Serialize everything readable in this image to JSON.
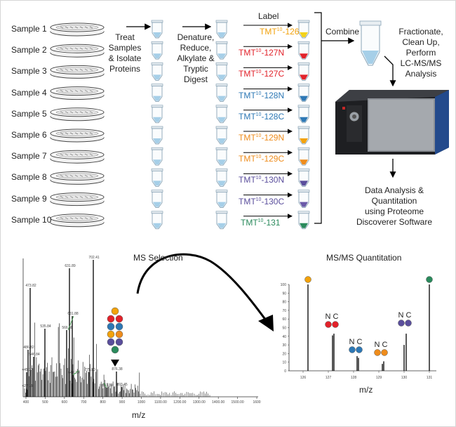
{
  "samples": [
    "Sample 1",
    "Sample 2",
    "Sample 3",
    "Sample 4",
    "Sample 5",
    "Sample 6",
    "Sample 7",
    "Sample 8",
    "Sample 9",
    "Sample 10"
  ],
  "steps": {
    "treat": "Treat Samples & Isolate Proteins",
    "treat_lines": [
      "Treat",
      "Samples",
      "& Isolate",
      "Proteins"
    ],
    "digest_lines": [
      "Denature,",
      "Reduce,",
      "Alkylate &",
      "Tryptic",
      "Digest"
    ],
    "label": "Label",
    "combine": "Combine",
    "fractionate_lines": [
      "Fractionate,",
      "Clean Up,",
      "Perform",
      "LC-MS/MS",
      "Analysis"
    ],
    "analysis_lines": [
      "Data Analysis &",
      "Quantitation",
      "using Proteome",
      "Discoverer Software"
    ]
  },
  "tags": [
    {
      "base": "TMT",
      "sup": "10",
      "suffix": "-126",
      "color": "#f2a20c"
    },
    {
      "base": "TMT",
      "sup": "10",
      "suffix": "-127N",
      "color": "#e2222a"
    },
    {
      "base": "TMT",
      "sup": "10",
      "suffix": "-127C",
      "color": "#e2222a"
    },
    {
      "base": "TMT",
      "sup": "10",
      "suffix": "-128N",
      "color": "#2d78b5"
    },
    {
      "base": "TMT",
      "sup": "10",
      "suffix": "-128C",
      "color": "#2d78b5"
    },
    {
      "base": "TMT",
      "sup": "10",
      "suffix": "-129N",
      "color": "#ee8c1c"
    },
    {
      "base": "TMT",
      "sup": "10",
      "suffix": "-129C",
      "color": "#ee8c1c"
    },
    {
      "base": "TMT",
      "sup": "10",
      "suffix": "-130N",
      "color": "#5a4e9c"
    },
    {
      "base": "TMT",
      "sup": "10",
      "suffix": "-130C",
      "color": "#5a4e9c"
    },
    {
      "base": "TMT",
      "sup": "10",
      "suffix": "-131",
      "color": "#2a8a5c"
    }
  ],
  "tube_fill_colors": [
    "#f3d21a",
    "#e2222a",
    "#e2222a",
    "#2d78b5",
    "#2d78b5",
    "#f2a20c",
    "#ee8c1c",
    "#5a4e9c",
    "#6a5aa8",
    "#2a8a5c"
  ],
  "ms": {
    "title": "MS Selection",
    "xlabel": "m/z",
    "x_ticks": [
      "400",
      "500",
      "600",
      "700",
      "800",
      "900",
      "1000",
      "1100.00",
      "1200.00",
      "1300.00",
      "1400.00",
      "1500.00",
      "1600"
    ],
    "peak_labels": [
      "631.89",
      "702.41",
      "473.82",
      "535.84",
      "566.38",
      "631.88",
      "486.82",
      "546.84",
      "445.27",
      "775.90",
      "422.28",
      "876.38",
      "893.45",
      "641.20",
      "891.89"
    ]
  },
  "msms": {
    "title": "MS/MS Quantitation",
    "xlabel": "m/z",
    "y_ticks": [
      "100",
      "90",
      "80",
      "70",
      "60",
      "50",
      "40",
      "30",
      "20",
      "10",
      "0"
    ],
    "x_ticks": [
      "126",
      "127",
      "128",
      "129",
      "130",
      "131"
    ],
    "nc_label": "N C",
    "peaks": [
      {
        "name": "126",
        "value": 100,
        "color": "#f2a20c"
      },
      {
        "name": "127N",
        "value": 41,
        "color": "#e2222a"
      },
      {
        "name": "127C",
        "value": 43,
        "color": "#e2222a"
      },
      {
        "name": "128N",
        "value": 17,
        "color": "#2d78b5"
      },
      {
        "name": "128C",
        "value": 15,
        "color": "#2d78b5"
      },
      {
        "name": "129N",
        "value": 8,
        "color": "#ee8c1c"
      },
      {
        "name": "129C",
        "value": 11,
        "color": "#ee8c1c"
      },
      {
        "name": "130N",
        "value": 30,
        "color": "#5a4e9c"
      },
      {
        "name": "130C",
        "value": 43,
        "color": "#5a4e9c"
      },
      {
        "name": "131",
        "value": 100,
        "color": "#2a8a5c"
      }
    ]
  },
  "dot_colors": [
    "#f2a20c",
    "#e2222a",
    "#e2222a",
    "#2d78b5",
    "#2d78b5",
    "#f2a20c",
    "#ee8c1c",
    "#5a4e9c",
    "#5a4e9c",
    "#2a8a5c"
  ]
}
